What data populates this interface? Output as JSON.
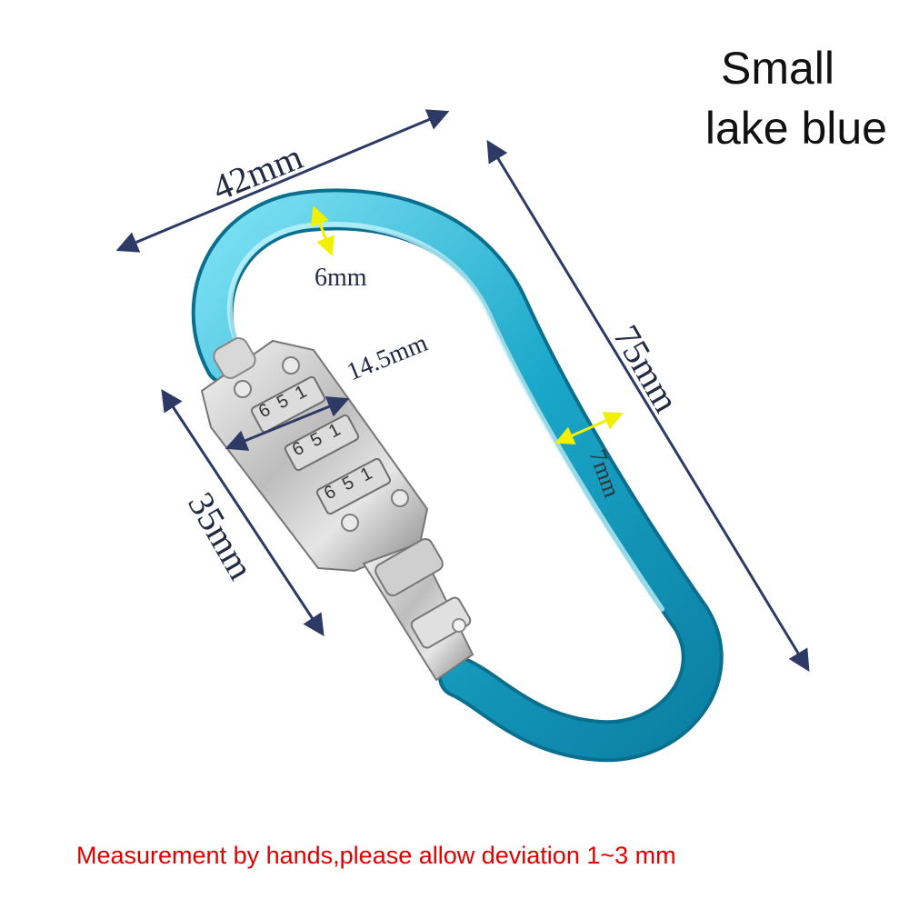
{
  "title": {
    "line1": "Small",
    "line2": "lake blue"
  },
  "dimensions": {
    "length": "75mm",
    "width": "42mm",
    "lock_length": "35mm",
    "lock_width": "14.5mm",
    "top_thickness": "6mm",
    "side_thickness": "7mm"
  },
  "lock_digits": [
    "6",
    "5",
    "1"
  ],
  "disclaimer": "Measurement by hands,please allow deviation 1~3 mm",
  "colors": {
    "carabiner": "#1aa7c9",
    "lock": "#c8c8c8",
    "dimension_arrow": "#2d3a66",
    "thickness_arrow": "#f0f000",
    "disclaimer": "#e00000"
  }
}
